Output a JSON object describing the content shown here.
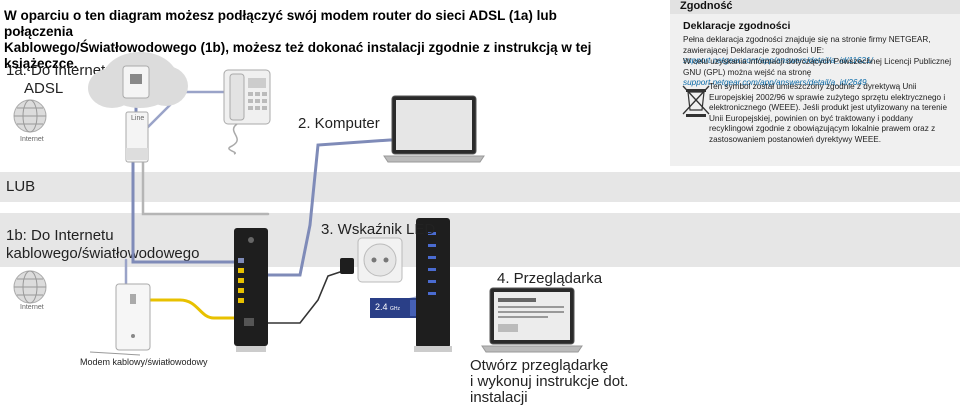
{
  "intro": {
    "line1": "W oparciu o ten diagram możesz podłączyć swój modem router do sieci ADSL (1a) lub połączenia",
    "line2": "Kablowego/Światłowodowego (1b), możesz też dokonać instalacji zgodnie z instrukcją w tej książeczce."
  },
  "section1a": {
    "line1": "1a: Do Internetu",
    "line2": "ADSL",
    "internet_label": "Internet",
    "line_label": "Line"
  },
  "step2": {
    "label": "2. Komputer"
  },
  "lub": {
    "label": "LUB"
  },
  "section1b": {
    "line1": "1b: Do Internetu",
    "line2": "kablowego/światłowodowego",
    "internet_label": "Internet",
    "modem_label": "Modem kablowy/światłowodowy"
  },
  "step3": {
    "label": "3. Wskaźnik LED"
  },
  "step4": {
    "label": "4. Przeglądarka",
    "instruction_line1": "Otwórz przeglądarkę",
    "instruction_line2": "i wykonuj instrukcje dot.",
    "instruction_line3": "instalacji"
  },
  "led_panel": {
    "text": "2.4",
    "unit": "GHz"
  },
  "compliance": {
    "title": "Zgodność",
    "heading": "Deklaracje zgodności",
    "p1_text": "Pełna deklaracja zgodności znajduje się na stronie firmy NETGEAR, zawierającej Deklaracje zgodności UE: ",
    "p1_link": "support.netgear.com/app/answers/detail/a_id/11621/",
    "p2_text": "W celu uzyskania informacji dotyczących Powszechnej Licencji Publicznej GNU (GPL) można wejść na stronę ",
    "p2_link": "support.netgear.com/app/answers/detail/a_id/2649",
    "weee_text": "Ten symbol został umieszczony zgodnie z dyrektywą Unii Europejskiej 2002/96 w sprawie zużytego sprzętu elektrycznego i elektronicznego (WEEE). Jeśli produkt jest utylizowany na terenie Unii Europejskiej, powinien on być traktowany i poddany recyklingowi zgodnie z obowiązującym lokalnie prawem oraz z zastosowaniem postanowień dyrektywy WEEE."
  },
  "colors": {
    "cable_blue": "#7f8bb8",
    "cable_yellow": "#e8c100",
    "cable_gray": "#b5b5b5",
    "band_gray": "#e6e6e6"
  }
}
